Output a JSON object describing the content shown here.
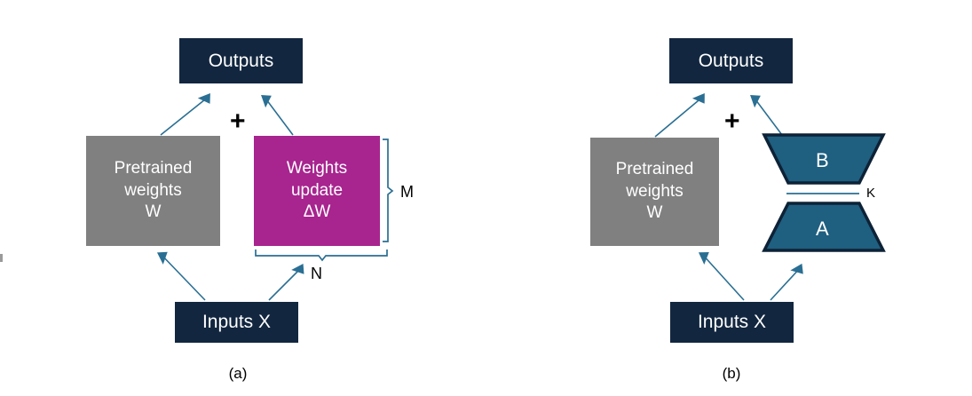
{
  "figure": {
    "title": "LoRA low-rank adaptation diagram",
    "colors": {
      "dark_navy": "#12263f",
      "gray": "#808080",
      "magenta": "#a8248f",
      "teal_blue": "#1f5f80",
      "arrow_blue": "#2a6f93",
      "outline_navy": "#0d2236",
      "text_white": "#ffffff",
      "text_black": "#000000",
      "background": "#ffffff"
    }
  },
  "panel_a": {
    "caption": "(a)",
    "outputs": {
      "label": "Outputs"
    },
    "pretrained": {
      "line1": "Pretrained",
      "line2": "weights",
      "line3": "W"
    },
    "weights_update": {
      "line1": "Weights",
      "line2": "update",
      "line3": "ΔW"
    },
    "inputs": {
      "label": "Inputs X"
    },
    "operator": "+",
    "dimension_rows": "M",
    "dimension_cols": "N"
  },
  "panel_b": {
    "caption": "(b)",
    "outputs": {
      "label": "Outputs"
    },
    "pretrained": {
      "line1": "Pretrained",
      "line2": "weights",
      "line3": "W"
    },
    "matrix_b": {
      "label": "B"
    },
    "matrix_a": {
      "label": "A"
    },
    "inputs": {
      "label": "Inputs X"
    },
    "operator": "+",
    "rank_label": "K"
  }
}
